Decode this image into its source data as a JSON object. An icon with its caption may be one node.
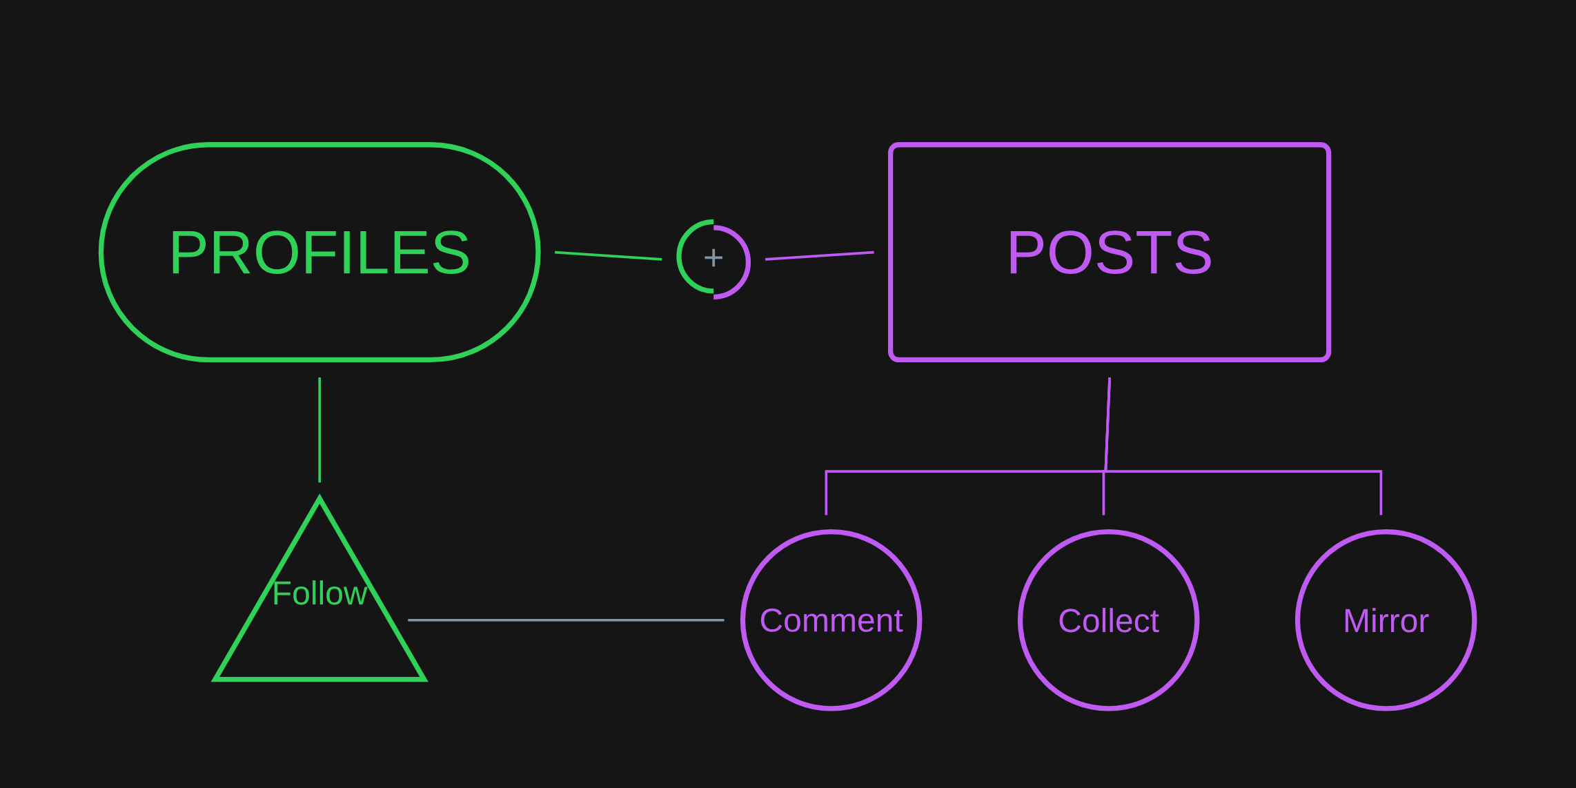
{
  "diagram": {
    "nodes": [
      {
        "text": [
          "PROFILES"
        ]
      },
      {
        "text": [
          "+"
        ]
      },
      {
        "text": [
          "POSTS"
        ]
      },
      {
        "text": [
          "Follow"
        ]
      },
      {
        "text": [
          "Comment"
        ]
      },
      {
        "text": [
          "Collect"
        ]
      },
      {
        "text": [
          "Mirror"
        ]
      }
    ],
    "edges": [
      {
        "from": 0,
        "to": 1,
        "arrow": "none",
        "color": "#30d158"
      },
      {
        "from": 1,
        "to": 2,
        "arrow": "none"
      },
      {
        "from": 0,
        "to": 3,
        "arrow": "none",
        "color": "#30d158"
      },
      {
        "from": 2,
        "to": 4,
        "arrow": "none"
      },
      {
        "from": 2,
        "to": 5,
        "arrow": "none"
      },
      {
        "from": 2,
        "to": 6,
        "arrow": "none"
      },
      {
        "from": 3,
        "to": 4,
        "arrow": "none",
        "color": "#7f98a8"
      }
    ]
  }
}
